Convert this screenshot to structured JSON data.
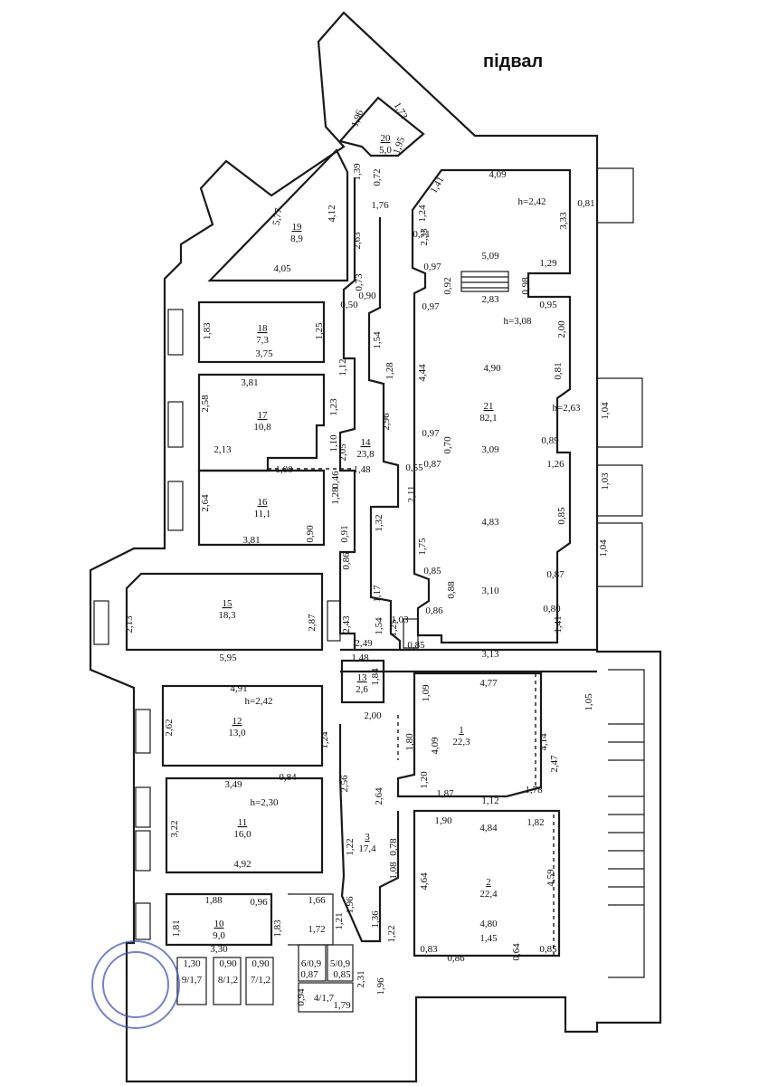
{
  "title": "підвал",
  "rooms": [
    {
      "id": "20",
      "num": "20",
      "area": "5,0"
    },
    {
      "id": "19",
      "num": "19",
      "area": "8,9"
    },
    {
      "id": "18",
      "num": "18",
      "area": "7,3"
    },
    {
      "id": "17",
      "num": "17",
      "area": "10,8"
    },
    {
      "id": "16",
      "num": "16",
      "area": "11,1"
    },
    {
      "id": "15",
      "num": "15",
      "area": "18,3"
    },
    {
      "id": "14",
      "num": "14",
      "area": "23,8"
    },
    {
      "id": "13",
      "num": "13",
      "area": "2,6"
    },
    {
      "id": "12",
      "num": "12",
      "area": "13,0"
    },
    {
      "id": "11",
      "num": "11",
      "area": "16,0"
    },
    {
      "id": "10",
      "num": "10",
      "area": "9,0"
    },
    {
      "id": "3",
      "num": "3",
      "area": "17,4"
    },
    {
      "id": "21",
      "num": "21",
      "area": "82,1"
    },
    {
      "id": "1",
      "num": "1",
      "area": "22,3"
    },
    {
      "id": "2",
      "num": "2",
      "area": "22,4"
    }
  ],
  "small_rooms": [
    {
      "label": "9/1,7"
    },
    {
      "label": "8/1,2"
    },
    {
      "label": "7/1,2"
    },
    {
      "label": "6/0,9"
    },
    {
      "label": "5/0,9"
    },
    {
      "label": "4/1,7"
    }
  ],
  "heights": [
    "h=2,42",
    "h=3,08",
    "h=2,63",
    "h=2,42",
    "h=2,30"
  ],
  "dimensions": [
    "1,96",
    "1,73",
    "1,95",
    "1,39",
    "0,72",
    "1,76",
    "5,77",
    "4,12",
    "4,05",
    "2,63",
    "0,73",
    "0,50",
    "0,90",
    "1,83",
    "1,25",
    "3,75",
    "1,12",
    "3,81",
    "2,58",
    "1,23",
    "2,13",
    "1,10",
    "2,05",
    "1,00",
    "0,46",
    "1,48",
    "2,64",
    "1,28",
    "3,81",
    "0,90",
    "0,91",
    "2,13",
    "2,87",
    "2,43",
    "5,95",
    "0,86",
    "1,17",
    "1,54",
    "1,03",
    "1,25",
    "2,49",
    "0,85",
    "1,48",
    "1,84",
    "4,91",
    "2,62",
    "1,24",
    "2,00",
    "3,49",
    "0,84",
    "2,56",
    "3,22",
    "4,92",
    "1,22",
    "1,88",
    "0,96",
    "1,66",
    "1,81",
    "1,83",
    "1,96",
    "1,72",
    "1,21",
    "3,30",
    "1,30",
    "0,90",
    "0,90",
    "0,87",
    "0,85",
    "0,94",
    "1,79",
    "2,31",
    "1,96",
    "1,36",
    "1,22",
    "0,78",
    "1,08",
    "2,64",
    "1,41",
    "1,24",
    "0,71",
    "2,33",
    "4,09",
    "0,81",
    "3,33",
    "0,97",
    "0,92",
    "5,09",
    "2,83",
    "0,98",
    "1,29",
    "0,97",
    "0,95",
    "1,54",
    "1,28",
    "4,44",
    "4,90",
    "2,00",
    "0,81",
    "2,96",
    "1,04",
    "0,97",
    "0,70",
    "3,09",
    "0,89",
    "0,55",
    "0,87",
    "2,11",
    "1,26",
    "1,03",
    "4,83",
    "0,85",
    "1,32",
    "1,75",
    "1,04",
    "0,85",
    "0,88",
    "0,87",
    "3,10",
    "0,86",
    "0,80",
    "1,41",
    "3,13",
    "4,77",
    "1,09",
    "1,80",
    "4,09",
    "4,14",
    "1,05",
    "2,47",
    "1,20",
    "1,87",
    "1,12",
    "1,78",
    "1,90",
    "4,84",
    "1,82",
    "4,64",
    "4,59",
    "4,80",
    "1,45",
    "0,83",
    "0,86",
    "0,64",
    "0,85"
  ]
}
